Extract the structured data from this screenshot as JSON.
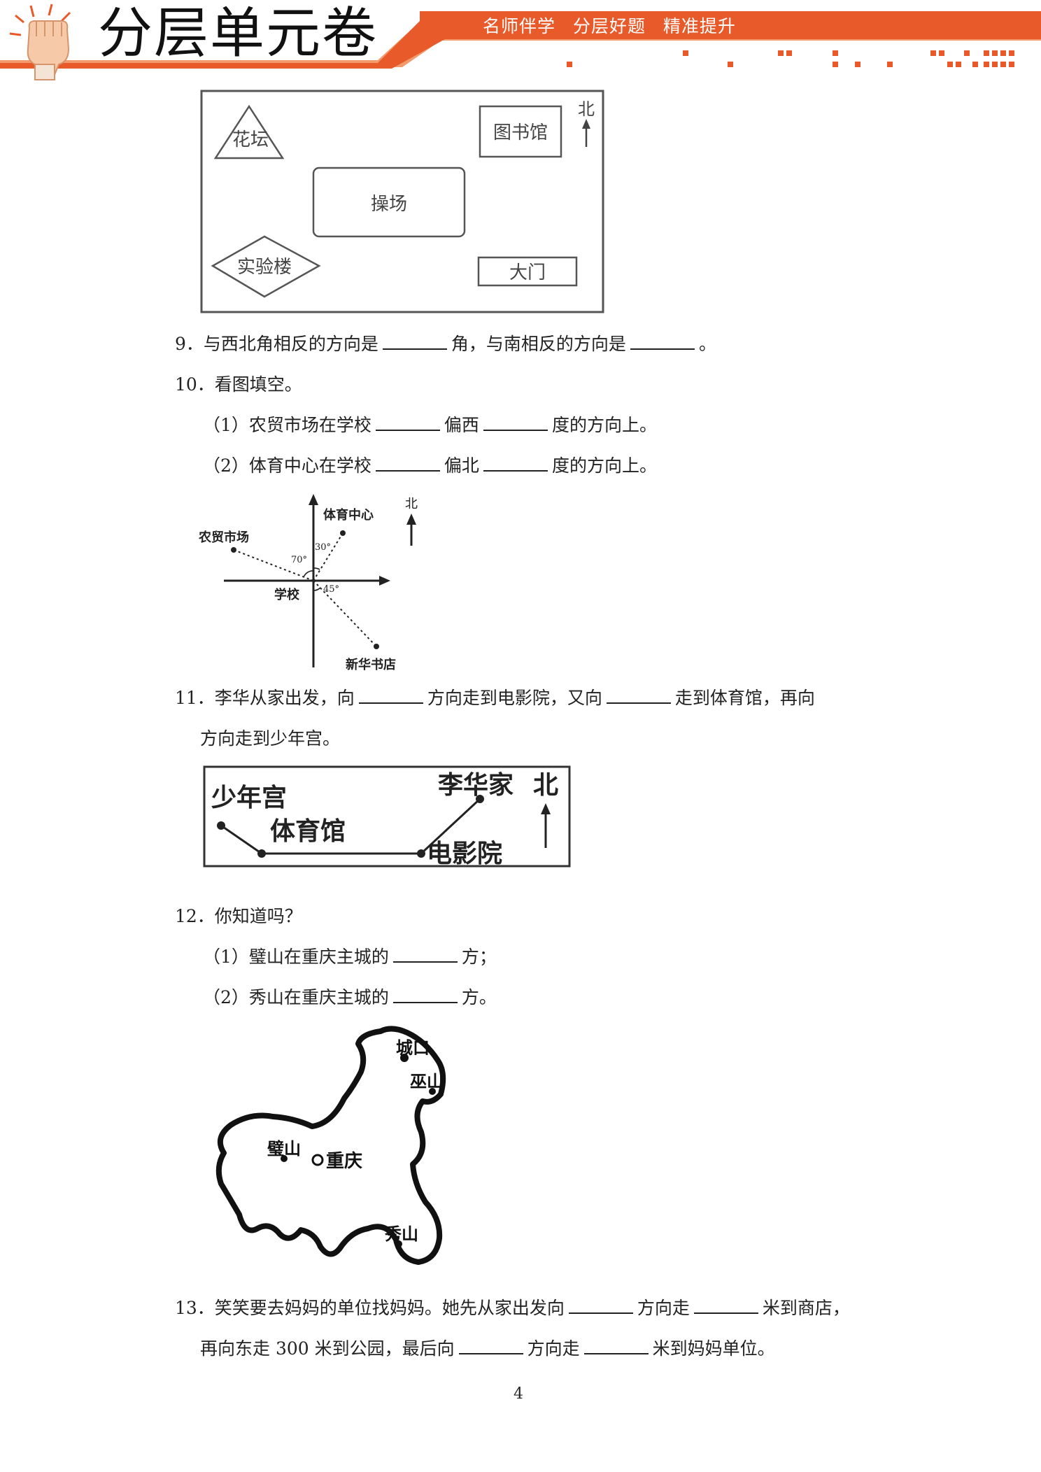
{
  "header": {
    "title": "分层单元卷",
    "slogan": "名师伴学 分层好题 精准提升",
    "colors": {
      "accent": "#e85a2a",
      "accent_light": "#f39a6c"
    }
  },
  "map1": {
    "north": "北",
    "flowerbed": "花坛",
    "library": "图书馆",
    "playground": "操场",
    "lab_building": "实验楼",
    "gate": "大门"
  },
  "q9": {
    "part1": "9．与西北角相反的方向是",
    "part2": "角，与南相反的方向是",
    "part3": "。"
  },
  "q10": {
    "stem": "10．看图填空。",
    "s1_a": "（1）农贸市场在学校",
    "s1_b": "偏西",
    "s1_c": "度的方向上。",
    "s2_a": "（2）体育中心在学校",
    "s2_b": "偏北",
    "s2_c": "度的方向上。"
  },
  "compass_diagram": {
    "north": "北",
    "sports_center": "体育中心",
    "farmers_market": "农贸市场",
    "school": "学校",
    "bookstore": "新华书店",
    "angle_70": "70°",
    "angle_30": "30°",
    "angle_45": "45°"
  },
  "q11": {
    "part1": "11．李华从家出发，向",
    "part2": "方向走到电影院，又向",
    "part3": "走到体育馆，再向",
    "line2": "方向走到少年宫。"
  },
  "route_map": {
    "youth_palace": "少年宫",
    "lihua_home": "李华家",
    "north": "北",
    "gym": "体育馆",
    "cinema": "电影院"
  },
  "q12": {
    "stem": "12．你知道吗？",
    "s1_a": "（1）璧山在重庆主城的",
    "s1_b": "方；",
    "s2_a": "（2）秀山在重庆主城的",
    "s2_b": "方。"
  },
  "chongqing_map": {
    "chengkou": "城口",
    "wushan": "巫山",
    "bishan": "璧山",
    "chongqing": "重庆",
    "xiushan": "秀山"
  },
  "q13": {
    "part1": "13．笑笑要去妈妈的单位找妈妈。她先从家出发向",
    "part2": "方向走",
    "part3": "米到商店，",
    "line2_a": "再向东走 300 米到公园，最后向",
    "line2_b": "方向走",
    "line2_c": "米到妈妈单位。"
  },
  "page": {
    "number": "4"
  }
}
